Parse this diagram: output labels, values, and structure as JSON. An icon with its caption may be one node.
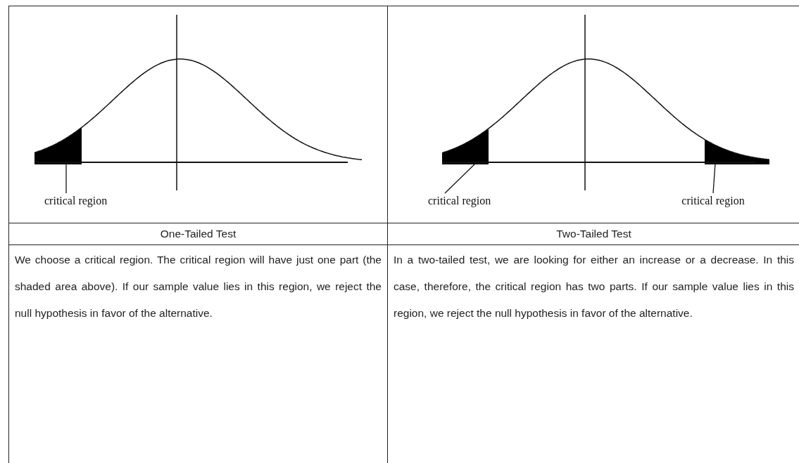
{
  "diagram": {
    "nodes": [
      {
        "text": [
          "critical region"
        ]
      },
      {
        "text": [
          "critical region"
        ]
      },
      {
        "text": [
          "critical region"
        ]
      }
    ],
    "edges": [
      {
        "from": 0,
        "to": null,
        "arrow": "none"
      },
      {
        "from": 1,
        "to": null,
        "arrow": "none"
      },
      {
        "from": 2,
        "to": null,
        "arrow": "none"
      }
    ],
    "labels": [
      "One-Tailed Test",
      "Two-Tailed Test",
      "We choose a critical region. The critical region will have just one part (the shaded area above). If our sample value lies in this region, we reject the null hypothesis in favor of the alternative.",
      "In a two-tailed test, we are looking for either an increase or a decrease. In this case, therefore, the critical region has two parts. If our sample value lies in this region, we reject the null hypothesis in favor of the alternative."
    ]
  }
}
